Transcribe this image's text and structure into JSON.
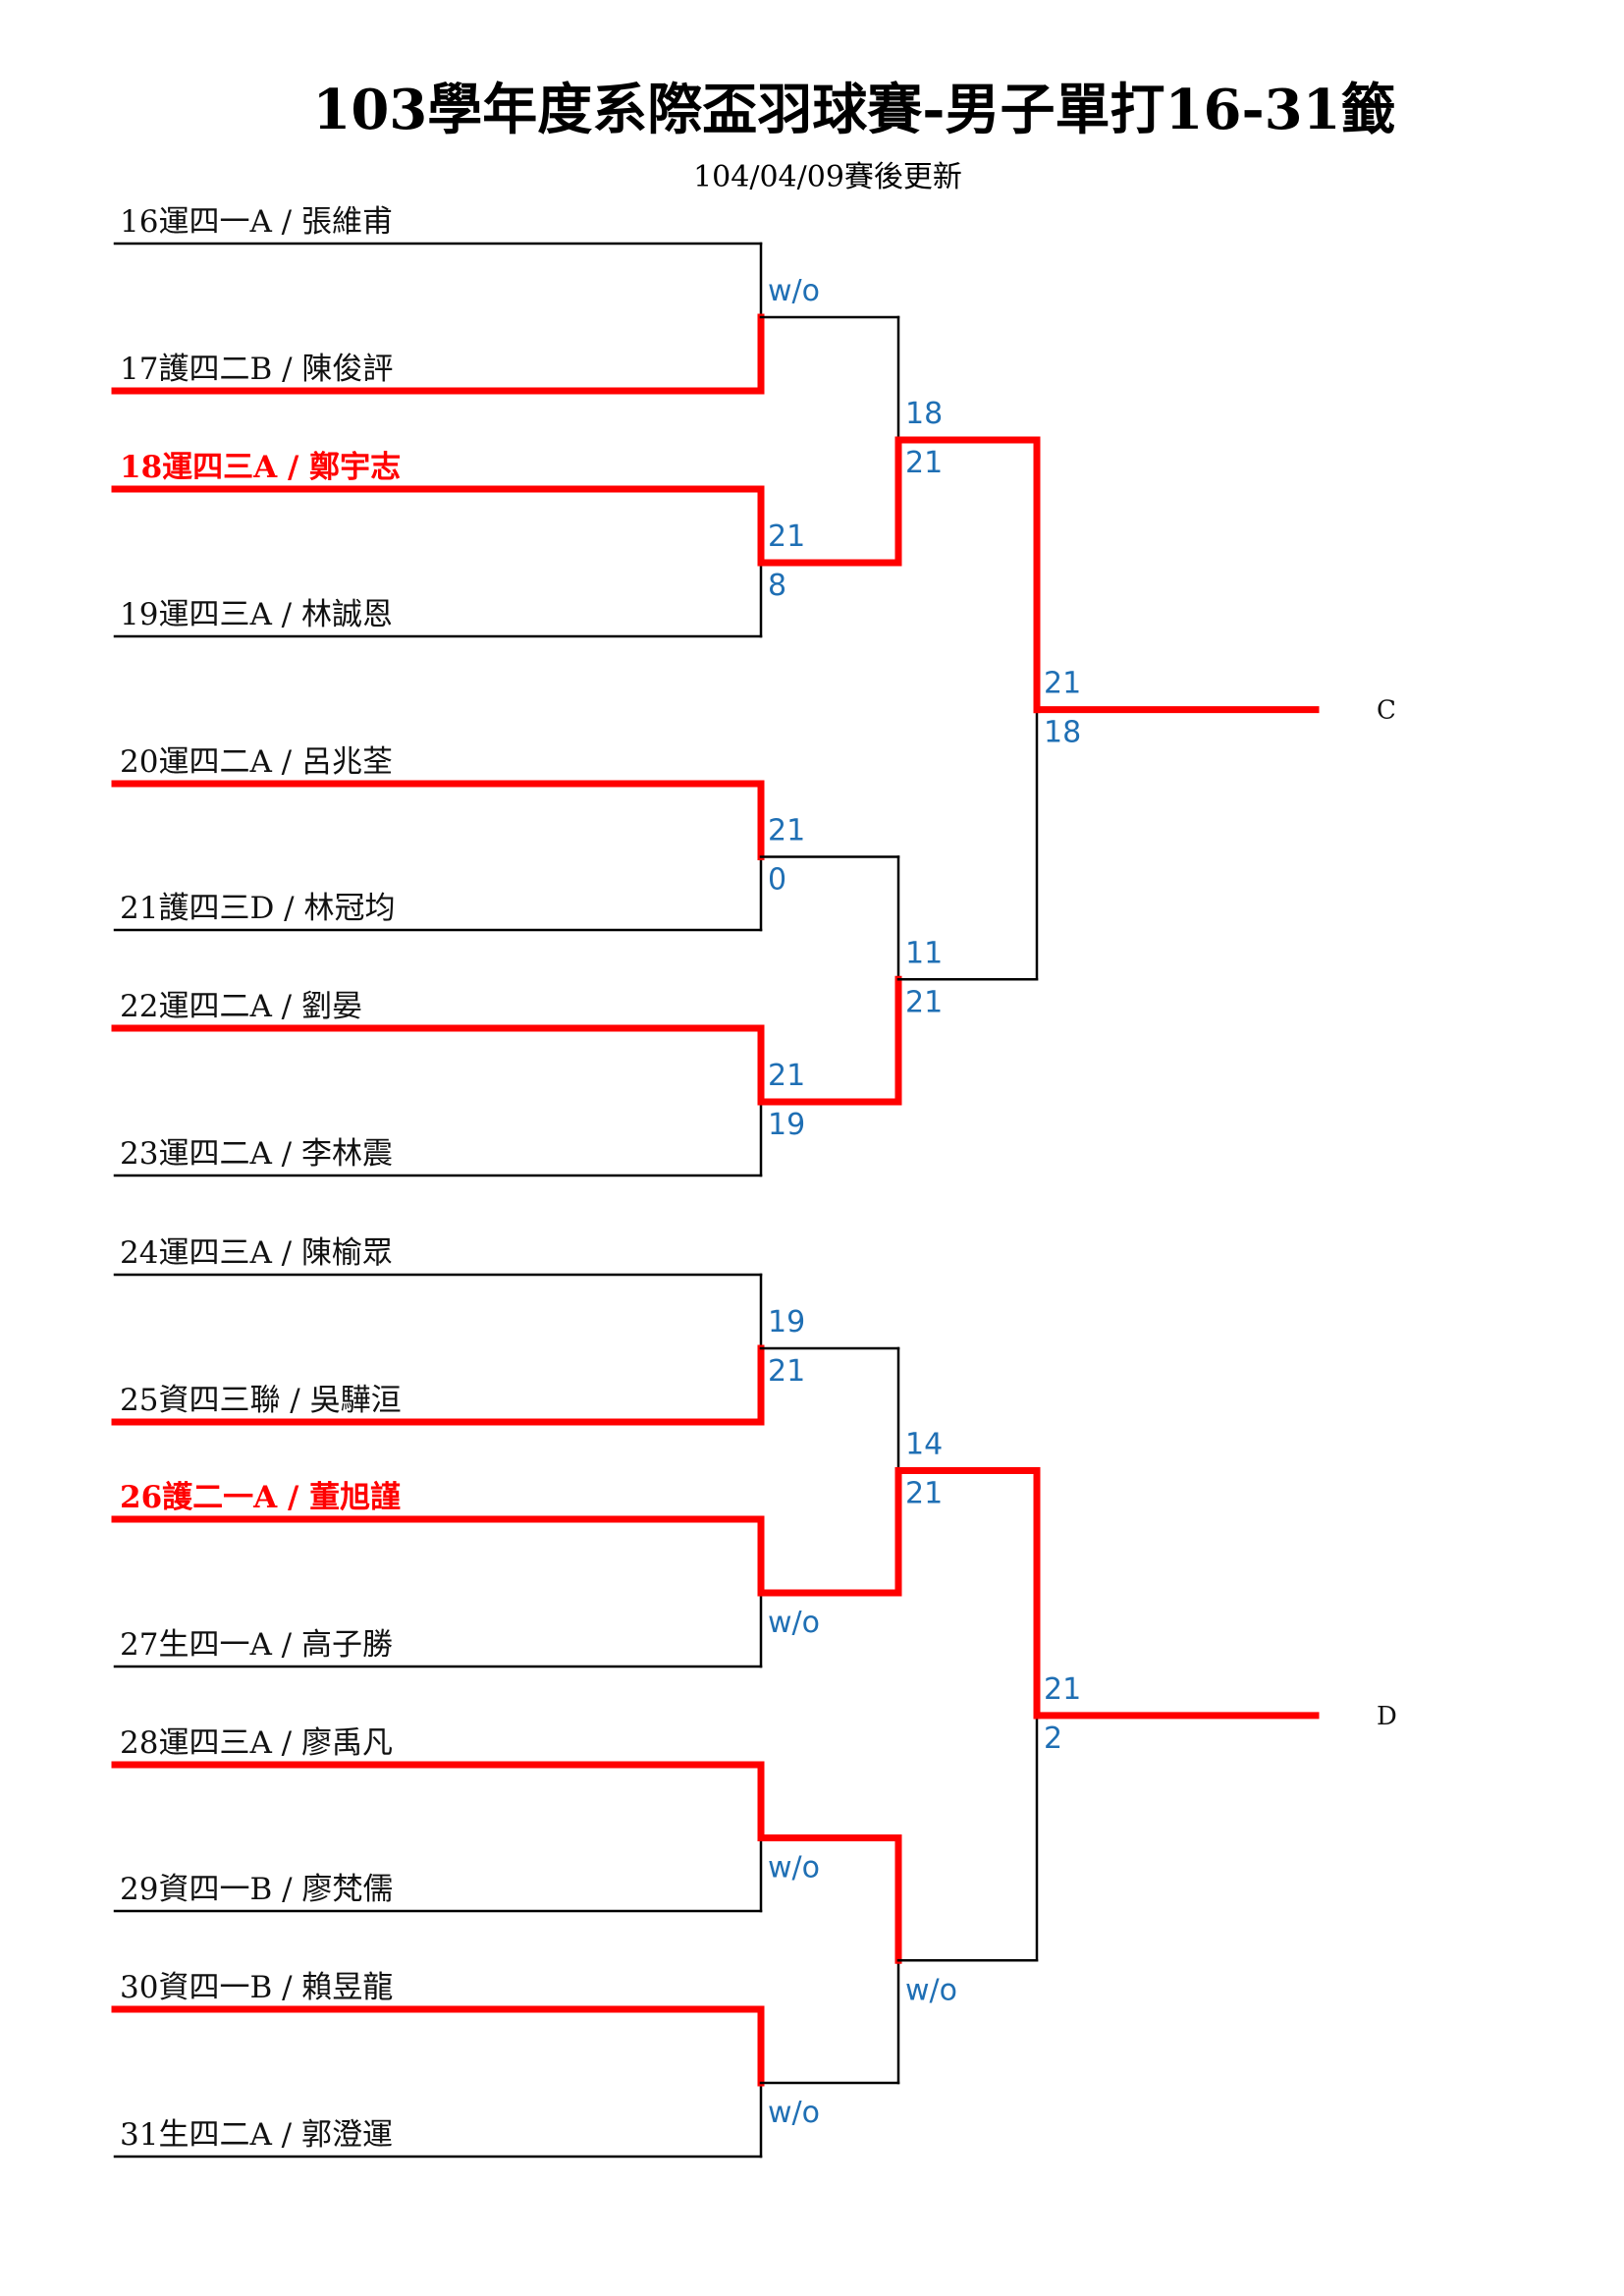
{
  "title": "103學年度系際盃羽球賽-男子單打16-31籤",
  "subtitle": "104/04/09賽後更新",
  "colors": {
    "winner": "#ff0000",
    "line": "#000000",
    "score": "#1f6fb4",
    "text": "#111111"
  },
  "players": [
    {
      "label": "16運四一A / 張維甫",
      "highlight": false
    },
    {
      "label": "17護四二B / 陳俊評",
      "highlight": false
    },
    {
      "label": "18運四三A / 鄭宇志",
      "highlight": true
    },
    {
      "label": "19運四三A / 林誠恩",
      "highlight": false
    },
    {
      "label": "20運四二A / 呂兆荃",
      "highlight": false
    },
    {
      "label": "21護四三D / 林冠均",
      "highlight": false
    },
    {
      "label": "22運四二A / 劉晏",
      "highlight": false
    },
    {
      "label": "23運四二A / 李林震",
      "highlight": false
    },
    {
      "label": "24運四三A / 陳榆眾",
      "highlight": false
    },
    {
      "label": "25資四三聯 / 吳驊洹",
      "highlight": false
    },
    {
      "label": "26護二一A / 董旭謹",
      "highlight": true
    },
    {
      "label": "27生四一A / 高子勝",
      "highlight": false
    },
    {
      "label": "28運四三A / 廖禹凡",
      "highlight": false
    },
    {
      "label": "29資四一B / 廖梵儒",
      "highlight": false
    },
    {
      "label": "30資四一B / 賴昱龍",
      "highlight": false
    },
    {
      "label": "31生四二A / 郭澄運",
      "highlight": false
    }
  ],
  "rounds": [
    {
      "name": "round1",
      "matches": [
        {
          "scores": [
            "w/o"
          ],
          "winner": 1
        },
        {
          "scores": [
            "21",
            "8"
          ],
          "winner": 0
        },
        {
          "scores": [
            "21",
            "0"
          ],
          "winner": 0
        },
        {
          "scores": [
            "21",
            "19"
          ],
          "winner": 0
        },
        {
          "scores": [
            "19",
            "21"
          ],
          "winner": 1
        },
        {
          "scores": [
            "w/o"
          ],
          "winner": 0
        },
        {
          "scores": [
            "w/o"
          ],
          "winner": 0
        },
        {
          "scores": [
            "w/o"
          ],
          "winner": 0
        }
      ]
    },
    {
      "name": "round2",
      "matches": [
        {
          "scores": [
            "18",
            "21"
          ],
          "winner": 1
        },
        {
          "scores": [
            "11",
            "21"
          ],
          "winner": 1
        },
        {
          "scores": [
            "14",
            "21"
          ],
          "winner": 1
        },
        {
          "scores": [
            "w/o"
          ],
          "winner": 0
        }
      ]
    },
    {
      "name": "round3",
      "matches": [
        {
          "scores": [
            "21",
            "18"
          ],
          "winner": 0
        },
        {
          "scores": [
            "21",
            "2"
          ],
          "winner": 0
        }
      ]
    }
  ],
  "slots": [
    "C",
    "D"
  ]
}
